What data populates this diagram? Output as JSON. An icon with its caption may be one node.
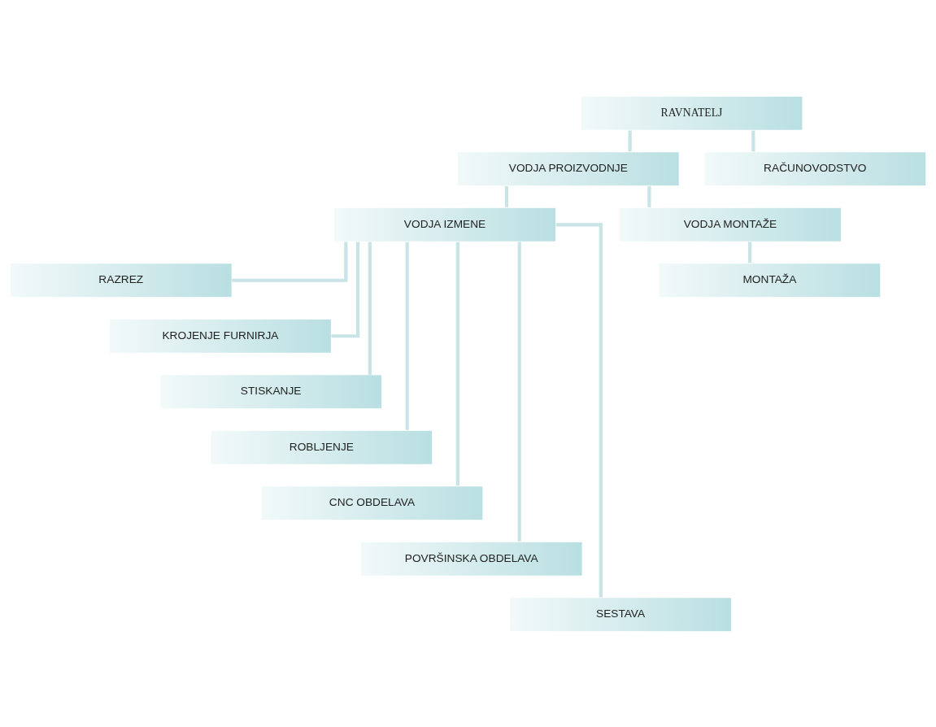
{
  "diagram": {
    "nodes": [
      {
        "text": [
          "RAVNATELJ"
        ]
      },
      {
        "text": [
          "VODJA PROIZVODNJE"
        ]
      },
      {
        "text": [
          "RAČUNOVODSTVO"
        ]
      },
      {
        "text": [
          "VODJA IZMENE"
        ]
      },
      {
        "text": [
          "VODJA MONTAŽE"
        ]
      },
      {
        "text": [
          "RAZREZ"
        ]
      },
      {
        "text": [
          "MONTAŽA"
        ]
      },
      {
        "text": [
          "KROJENJE FURNIRJA"
        ]
      },
      {
        "text": [
          "STISKANJE"
        ]
      },
      {
        "text": [
          "ROBLJENJE"
        ]
      },
      {
        "text": [
          "CNC OBDELAVA"
        ]
      },
      {
        "text": [
          "POVRŠINSKA OBDELAVA"
        ]
      },
      {
        "text": [
          "SESTAVA"
        ]
      }
    ],
    "edges": [
      {
        "from": 0,
        "to": 1,
        "arrow": "none"
      },
      {
        "from": 0,
        "to": 2,
        "arrow": "none"
      },
      {
        "from": 1,
        "to": 3,
        "arrow": "none"
      },
      {
        "from": 1,
        "to": 4,
        "arrow": "none"
      },
      {
        "from": 4,
        "to": 6,
        "arrow": "none"
      },
      {
        "from": 3,
        "to": 5,
        "arrow": "none"
      },
      {
        "from": 3,
        "to": 7,
        "arrow": "none"
      },
      {
        "from": 3,
        "to": 8,
        "arrow": "none"
      },
      {
        "from": 3,
        "to": 9,
        "arrow": "none"
      },
      {
        "from": 3,
        "to": 10,
        "arrow": "none"
      },
      {
        "from": 3,
        "to": 11,
        "arrow": "none"
      },
      {
        "from": 3,
        "to": 12,
        "arrow": "none"
      }
    ]
  }
}
